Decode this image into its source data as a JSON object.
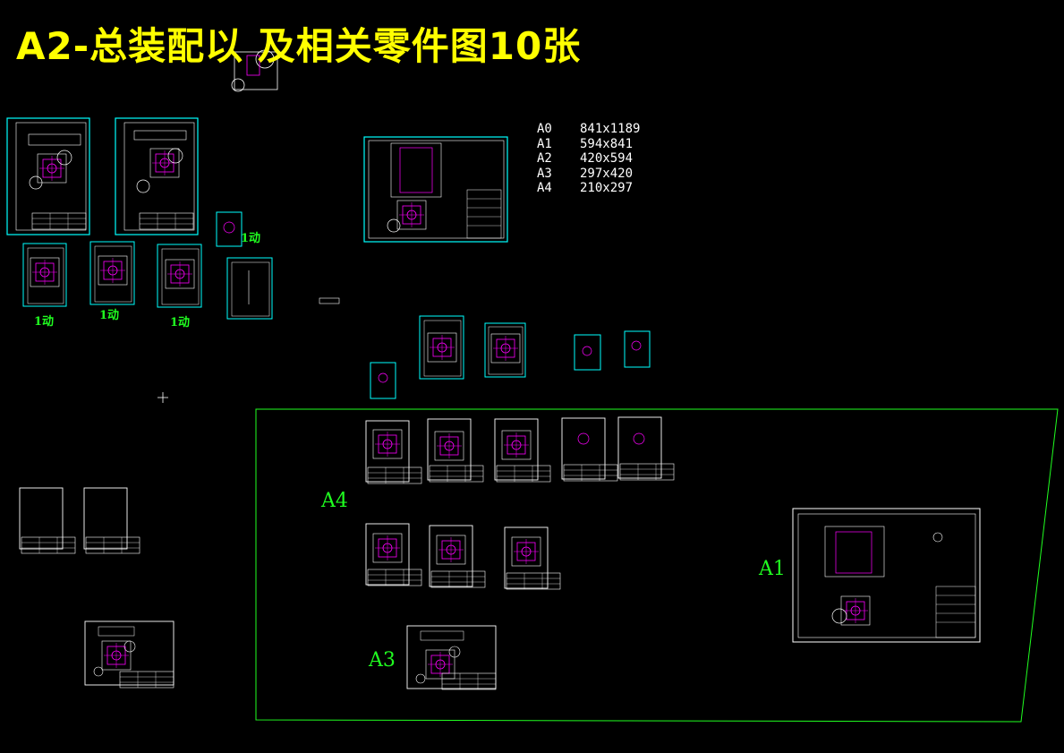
{
  "title": "A2-总装配以 及相关零件图10张",
  "paper_sizes": [
    {
      "name": "A0",
      "size": "841x1189"
    },
    {
      "name": "A1",
      "size": "594x841"
    },
    {
      "name": "A2",
      "size": "420x594"
    },
    {
      "name": "A3",
      "size": "297x420"
    },
    {
      "name": "A4",
      "size": "210x297"
    }
  ],
  "labels": {
    "a4": "A4",
    "a3": "A3",
    "a1": "A1",
    "moving_part": "1动"
  },
  "colors": {
    "background": "#000000",
    "title": "#ffff00",
    "frame": "#00ffff",
    "sheet": "#ffffff",
    "annotation": "#20ff20",
    "part_line": "#ff00ff",
    "boundary": "#20ff20"
  }
}
